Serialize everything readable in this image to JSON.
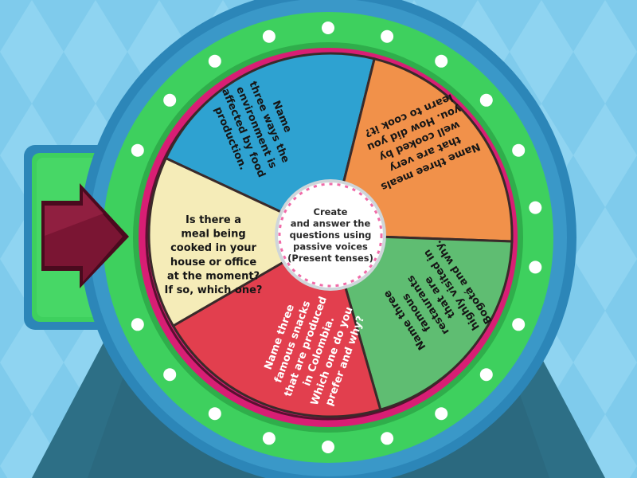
{
  "wheel": {
    "center_lines": [
      "Create",
      "and answer the",
      "questions using",
      "passive voices",
      "(Present tenses)"
    ],
    "segments": [
      {
        "color": "#2ea2d1",
        "text_color": "#161616",
        "lines": [
          "Name",
          "three ways the",
          "environment is",
          "affected by food",
          "production."
        ]
      },
      {
        "color": "#f1914a",
        "text_color": "#161616",
        "lines": [
          "Name three meals",
          "that are very",
          "well cooked by",
          "you.  How did you",
          "learn to cook it?"
        ]
      },
      {
        "color": "#5fbd72",
        "text_color": "#161616",
        "lines": [
          "Name three",
          "famous",
          "restaurants",
          "that are",
          "highly visited in",
          "Bogotá and why."
        ]
      },
      {
        "color": "#e23f4e",
        "text_color": "#ffffff",
        "lines": [
          "Name three",
          "famous snacks",
          "that are produced",
          "in Colombia.",
          "Which one do you",
          "prefer and why?"
        ]
      },
      {
        "color": "#f5ecb8",
        "text_color": "#161616",
        "lines": [
          "Is there a",
          "meal being",
          "cooked in your",
          "house or office",
          "at the moment?",
          "If so, which one?"
        ]
      }
    ],
    "colors": {
      "background": "#7fcbec",
      "stand": "#2d6f86",
      "outer_ring": "#2c86b8",
      "rim": "#3ed05e",
      "inner_rim": "#d81e74",
      "pointer": "#7a1533",
      "bulb": "#ffffff"
    }
  }
}
